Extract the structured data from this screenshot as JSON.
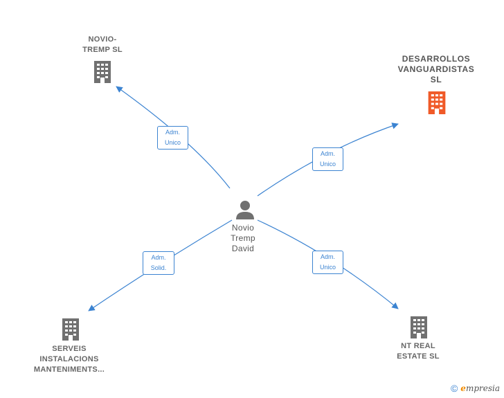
{
  "center": {
    "name": "Novio Tremp David",
    "icon": "person-icon"
  },
  "companies": [
    {
      "key": "novio",
      "lines": [
        "NOVIO-",
        "TREMP  SL"
      ],
      "color": "#707070",
      "icon": "building-icon"
    },
    {
      "key": "desarrollos",
      "lines": [
        "DESARROLLOS",
        "VANGUARDISTAS",
        "SL"
      ],
      "color": "#f05a28",
      "icon": "building-icon"
    },
    {
      "key": "serveis",
      "lines": [
        "SERVEIS",
        "INSTALACIONS",
        "MANTENIMENTS..."
      ],
      "color": "#707070",
      "icon": "building-icon"
    },
    {
      "key": "ntreal",
      "lines": [
        "NT REAL",
        "ESTATE  SL"
      ],
      "color": "#707070",
      "icon": "building-icon"
    }
  ],
  "edges": [
    {
      "to": "novio",
      "label": [
        "Adm.",
        "Unico"
      ]
    },
    {
      "to": "desarrollos",
      "label": [
        "Adm.",
        "Unico"
      ]
    },
    {
      "to": "serveis",
      "label": [
        "Adm.",
        "Solid."
      ]
    },
    {
      "to": "ntreal",
      "label": [
        "Adm.",
        "Unico"
      ]
    }
  ],
  "footer": {
    "copyright": "©",
    "brand": "mpresia",
    "brand_initial": "e"
  },
  "colors": {
    "edge": "#3b83d1",
    "building": "#707070",
    "highlight": "#f05a28"
  }
}
